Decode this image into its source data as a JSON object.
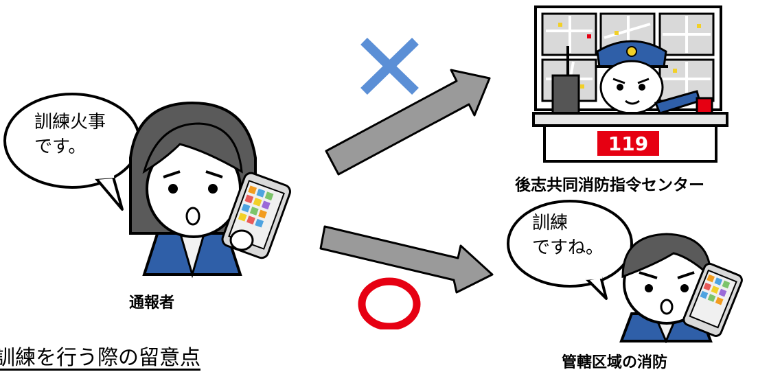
{
  "reporter": {
    "speech": "訓練火事\nです。",
    "label": "通報者"
  },
  "center": {
    "panel_number": "119",
    "label": "後志共同消防指令センター"
  },
  "local_fire": {
    "speech": "訓練\nですね。",
    "label": "管轄区域の消防"
  },
  "heading": "訓練を行う際の留意点",
  "marks": {
    "wrong": "×",
    "correct": "○"
  },
  "colors": {
    "wrong_mark": "#5b8fd6",
    "correct_mark": "#e60012",
    "arrow_fill": "#9a9a9a",
    "uniform": "#2f5fa8"
  }
}
